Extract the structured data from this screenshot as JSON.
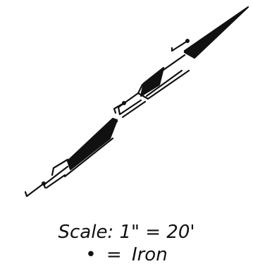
{
  "legend": {
    "scale_label": "Scale:",
    "scale_value": "1\" = 20'",
    "marker_symbol": "•",
    "marker_equals": "=",
    "marker_label": "Iron"
  },
  "colors": {
    "ink": "#111111",
    "paper": "#ffffff"
  }
}
